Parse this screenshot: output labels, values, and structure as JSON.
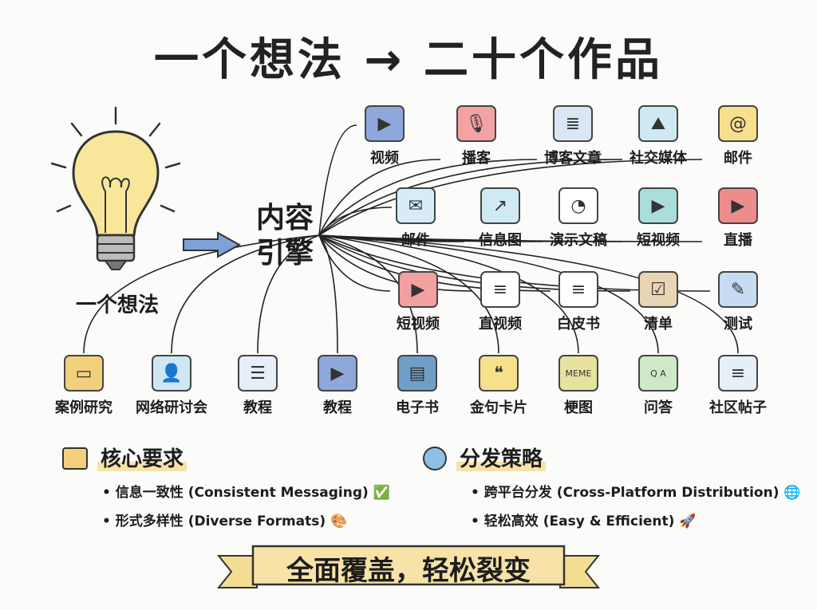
{
  "title": "一个想法 → 二十个作品",
  "idea_label": "一个想法",
  "engine_label": [
    "内容",
    "引擎"
  ],
  "outputs": [
    {
      "label": "视频",
      "icon": "video-camera-icon",
      "color": "#8ea8dc",
      "glyph": "▶"
    },
    {
      "label": "播客",
      "icon": "podcast-microphone-icon",
      "color": "#f3a3a3",
      "glyph": "🎙"
    },
    {
      "label": "博客文章",
      "icon": "blog-article-icon",
      "color": "#dbe6f5",
      "glyph": "≣"
    },
    {
      "label": "社交媒体",
      "icon": "social-media-post-icon",
      "color": "#cfe9f3",
      "glyph": "⛰"
    },
    {
      "label": "邮件",
      "icon": "open-envelope-icon",
      "color": "#f7e08c",
      "glyph": "@"
    },
    {
      "label": "邮件",
      "icon": "envelope-icon",
      "color": "#d7ecf7",
      "glyph": "✉"
    },
    {
      "label": "信息图",
      "icon": "infographic-icon",
      "color": "#cfeaf3",
      "glyph": "↗"
    },
    {
      "label": "演示文稿",
      "icon": "presentation-icon",
      "color": "#ffffff",
      "glyph": "◔"
    },
    {
      "label": "短视频",
      "icon": "phone-video-icon",
      "color": "#a9dedd",
      "glyph": "▶"
    },
    {
      "label": "直播",
      "icon": "live-camera-icon",
      "color": "#ee8b8b",
      "glyph": "▶"
    },
    {
      "label": "短视频",
      "icon": "tv-icon",
      "color": "#f2a0a0",
      "glyph": "▶"
    },
    {
      "label": "直视频",
      "icon": "document-icon",
      "color": "#ffffff",
      "glyph": "≡"
    },
    {
      "label": "白皮书",
      "icon": "whitepaper-icon",
      "color": "#ffffff",
      "glyph": "≡"
    },
    {
      "label": "清单",
      "icon": "checklist-icon",
      "color": "#e9d4b3",
      "glyph": "☑"
    },
    {
      "label": "测试",
      "icon": "quiz-clipboard-icon",
      "color": "#c7dbf2",
      "glyph": "✎"
    },
    {
      "label": "案例研究",
      "icon": "folder-icon",
      "color": "#f2cf7a",
      "glyph": "▭"
    },
    {
      "label": "网络研讨会",
      "icon": "webinar-monitor-icon",
      "color": "#cfe6f3",
      "glyph": "👤"
    },
    {
      "label": "教程",
      "icon": "tutorial-monitor-icon",
      "color": "#e6eef7",
      "glyph": "☰"
    },
    {
      "label": "教程",
      "icon": "video-tutorial-icon",
      "color": "#8ea8dc",
      "glyph": "▶"
    },
    {
      "label": "电子书",
      "icon": "ebook-icon",
      "color": "#6f9fc6",
      "glyph": "▤"
    },
    {
      "label": "金句卡片",
      "icon": "quote-card-icon",
      "color": "#f7e08c",
      "glyph": "❝"
    },
    {
      "label": "梗图",
      "icon": "meme-icon",
      "color": "#e8e2a0",
      "glyph": "MEME"
    },
    {
      "label": "问答",
      "icon": "qa-bubbles-icon",
      "color": "#cfe9c8",
      "glyph": "Q A"
    },
    {
      "label": "社区帖子",
      "icon": "community-post-icon",
      "color": "#e6eef7",
      "glyph": "≡"
    }
  ],
  "core": {
    "heading": "核心要求",
    "items": [
      "信息一致性 (Consistent Messaging) ✅",
      "形式多样性 (Diverse Formats) 🎨"
    ]
  },
  "distribution": {
    "heading": "分发策略",
    "items": [
      "跨平台分发 (Cross-Platform Distribution) 🌐",
      "轻松高效 (Easy & Efficient) 🚀"
    ]
  },
  "banner": "全面覆盖，轻松裂变",
  "colors": {
    "bulb": "#f8e79a",
    "arrow": "#7ea3d8",
    "banner": "#f7e3a8"
  }
}
